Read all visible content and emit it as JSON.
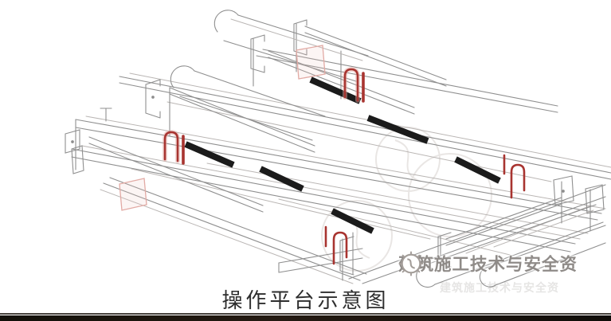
{
  "figure": {
    "caption": "操作平台示意图",
    "watermark": {
      "brand_text": "建筑施工技术与安全资",
      "brand_text_faint": "建筑施工技术与安全资",
      "logo_icon": "gear-flower-logo"
    },
    "drawing": {
      "type": "3d-wireframe-steel-platform",
      "lifting_hooks_count": 4,
      "steel_plates_count": 6,
      "round_tubes_count": 4
    },
    "colors": {
      "background": "#ffffff",
      "wireframe_gray": "#8f8f8f",
      "clamp_red": "#a83430",
      "clamp_pink": "#e2aaa4",
      "plate_black": "#1b1b1b",
      "watermark_gray": "#8f8b88",
      "watermark_circle": "#d8d2cf",
      "caption_text": "#2e2e2e",
      "divider_dark": "#46413c",
      "bottom_bar_black": "#14100d"
    }
  }
}
